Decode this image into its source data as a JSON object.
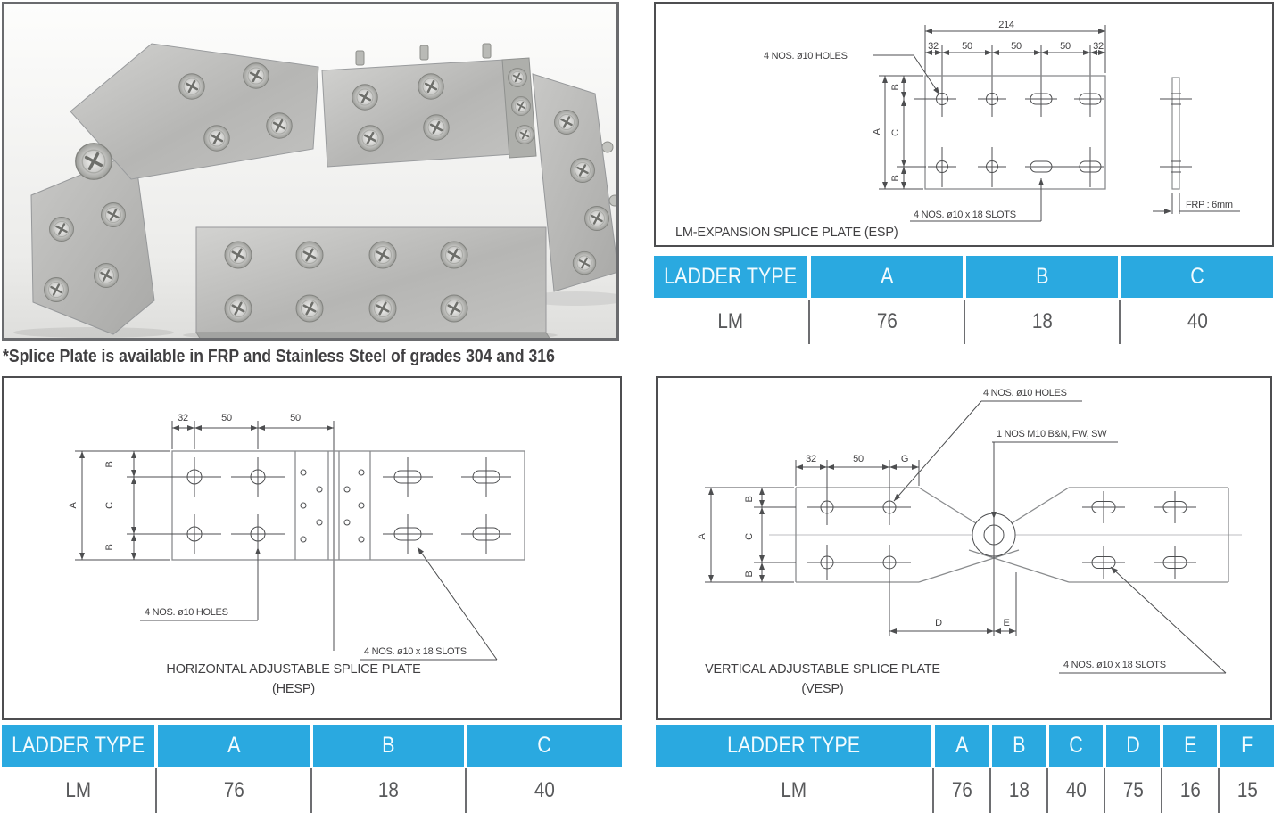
{
  "note": "*Splice Plate is available in FRP and Stainless Steel of grades 304 and 316",
  "colors": {
    "accent_blue": "#2aa9e0",
    "text_dark": "#414042",
    "text_gray": "#58595b"
  },
  "esp": {
    "title": "LM-EXPANSION SPLICE PLATE (ESP)",
    "labels": {
      "holes": "4 NOS. ø10 HOLES",
      "slots": "4 NOS. ø10 x 18 SLOTS",
      "thickness": "FRP : 6mm"
    },
    "dims": {
      "overall": "214",
      "seg1": "32",
      "seg2": "50",
      "seg3": "50",
      "seg4": "50",
      "seg5": "32",
      "a": "A",
      "b_top": "B",
      "c": "C",
      "b_bottom": "B"
    },
    "table": {
      "headers": [
        "LADDER TYPE",
        "A",
        "B",
        "C"
      ],
      "row": [
        "LM",
        "76",
        "18",
        "40"
      ]
    }
  },
  "hesp": {
    "title": "HORIZONTAL ADJUSTABLE SPLICE PLATE",
    "subtitle": "(HESP)",
    "labels": {
      "holes": "4 NOS. ø10 HOLES",
      "slots": "4 NOS. ø10 x 18 SLOTS"
    },
    "dims": {
      "seg1": "32",
      "seg2": "50",
      "seg3": "50",
      "a": "A",
      "b_top": "B",
      "c": "C",
      "b_bottom": "B"
    },
    "table": {
      "headers": [
        "LADDER TYPE",
        "A",
        "B",
        "C"
      ],
      "row": [
        "LM",
        "76",
        "18",
        "40"
      ]
    }
  },
  "vesp": {
    "title": "VERTICAL ADJUSTABLE SPLICE PLATE",
    "subtitle": "(VESP)",
    "labels": {
      "holes": "4 NOS. ø10 HOLES",
      "bolt": "1 NOS M10 B&N, FW, SW",
      "slots": "4 NOS. ø10 x 18 SLOTS"
    },
    "dims": {
      "seg1": "32",
      "seg2": "50",
      "seg3": "G",
      "a": "A",
      "b_top": "B",
      "c": "C",
      "b_bottom": "B",
      "d": "D",
      "e": "E"
    },
    "table": {
      "headers": [
        "LADDER TYPE",
        "A",
        "B",
        "C",
        "D",
        "E",
        "F"
      ],
      "row": [
        "LM",
        "76",
        "18",
        "40",
        "75",
        "16",
        "15"
      ]
    }
  }
}
